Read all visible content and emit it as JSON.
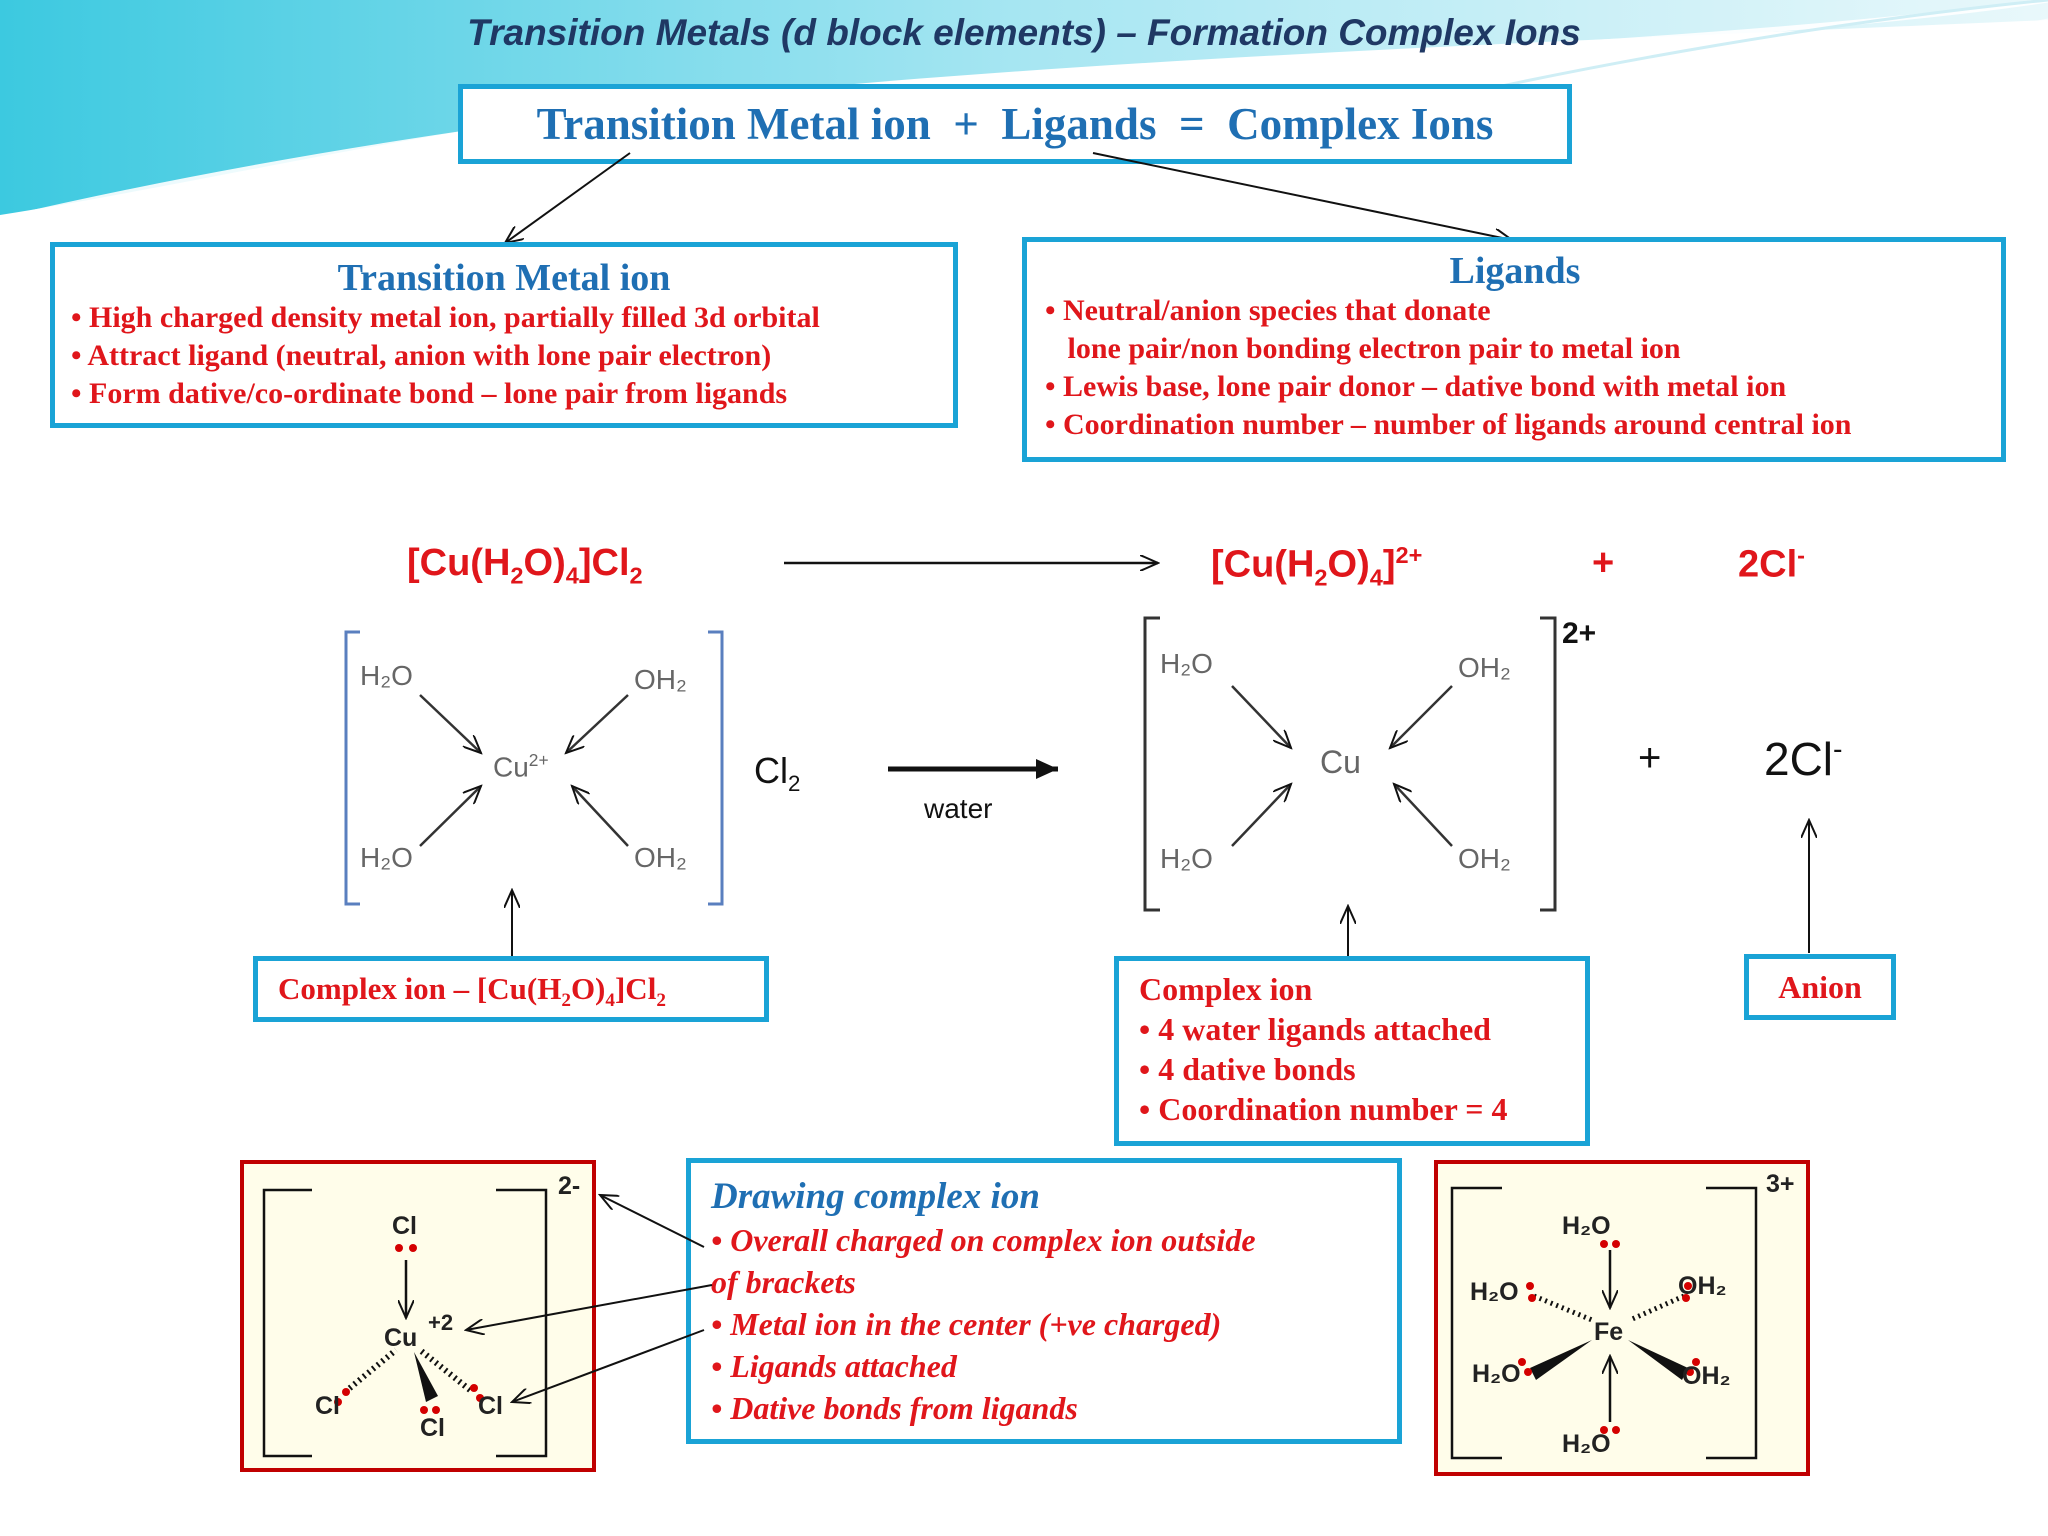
{
  "title": "Transition Metals (d block elements) – Formation Complex Ions",
  "equation": {
    "metal": "Transition Metal ion",
    "plus": "+",
    "ligands": "Ligands",
    "equals": "=",
    "result": "Complex Ions"
  },
  "metal_box": {
    "heading": "Transition Metal ion",
    "bullets": [
      "• High charged density metal ion, partially filled 3d orbital",
      "• Attract ligand (neutral, anion with  lone pair electron)",
      "• Form dative/co-ordinate bond – lone pair from ligands"
    ]
  },
  "ligand_box": {
    "heading": "Ligands",
    "bullets": [
      "• Neutral/anion species that donate",
      "   lone pair/non bonding electron pair to metal ion",
      "• Lewis base, lone pair donor – dative bond with metal ion",
      "• Coordination number – number of ligands around central ion"
    ]
  },
  "reaction": {
    "left": {
      "p1": "[Cu(H",
      "s1": "2",
      "p2": "O)",
      "s2": "4",
      "p3": "]Cl",
      "s3": "2"
    },
    "right": {
      "p1": "[Cu(H",
      "s1": "2",
      "p2": "O)",
      "s2": "4",
      "p3": "]",
      "sup": "2+"
    },
    "plus": "+",
    "chloride": {
      "base": "2Cl",
      "sup": "-"
    }
  },
  "left_structure": {
    "h2o": "H₂O",
    "oh2": "OH₂",
    "center": "Cu",
    "center_sup": "2+",
    "cl_base": "Cl",
    "cl_sub": "2",
    "water": "water"
  },
  "right_structure": {
    "h2o": "H₂O",
    "oh2": "OH₂",
    "center": "Cu",
    "charge": "2+",
    "plus": "+",
    "cl_base": "2Cl",
    "cl_sup": "-"
  },
  "labels": {
    "complex_left": {
      "p1": "Complex  ion – [Cu(H",
      "s1": "2",
      "p2": "O)",
      "s2": "4",
      "p3": "]Cl",
      "s3": "2"
    },
    "complex_right": {
      "heading": "Complex  ion",
      "bullets": [
        "• 4 water ligands attached",
        "• 4 dative bonds",
        "• Coordination number = 4"
      ]
    },
    "anion": "Anion"
  },
  "drawing_box": {
    "heading": "Drawing complex ion",
    "bullets": [
      "• Overall charged on complex ion outside",
      "of brackets",
      "• Metal ion in the center (+ve charged)",
      "• Ligands attached",
      "• Dative bonds from ligands"
    ]
  },
  "cucl4": {
    "charge": "2-",
    "cl": "Cl",
    "cu": "Cu",
    "cu_charge": "+2"
  },
  "fe_complex": {
    "charge": "3+",
    "h2o": "H₂O",
    "oh2": "OH₂",
    "fe": "Fe"
  },
  "colors": {
    "box_border": "#1aa3d6",
    "heading_blue": "#1f6fb3",
    "text_red": "#e0161b",
    "title_navy": "#1f3864",
    "dia_border": "#c00000"
  }
}
